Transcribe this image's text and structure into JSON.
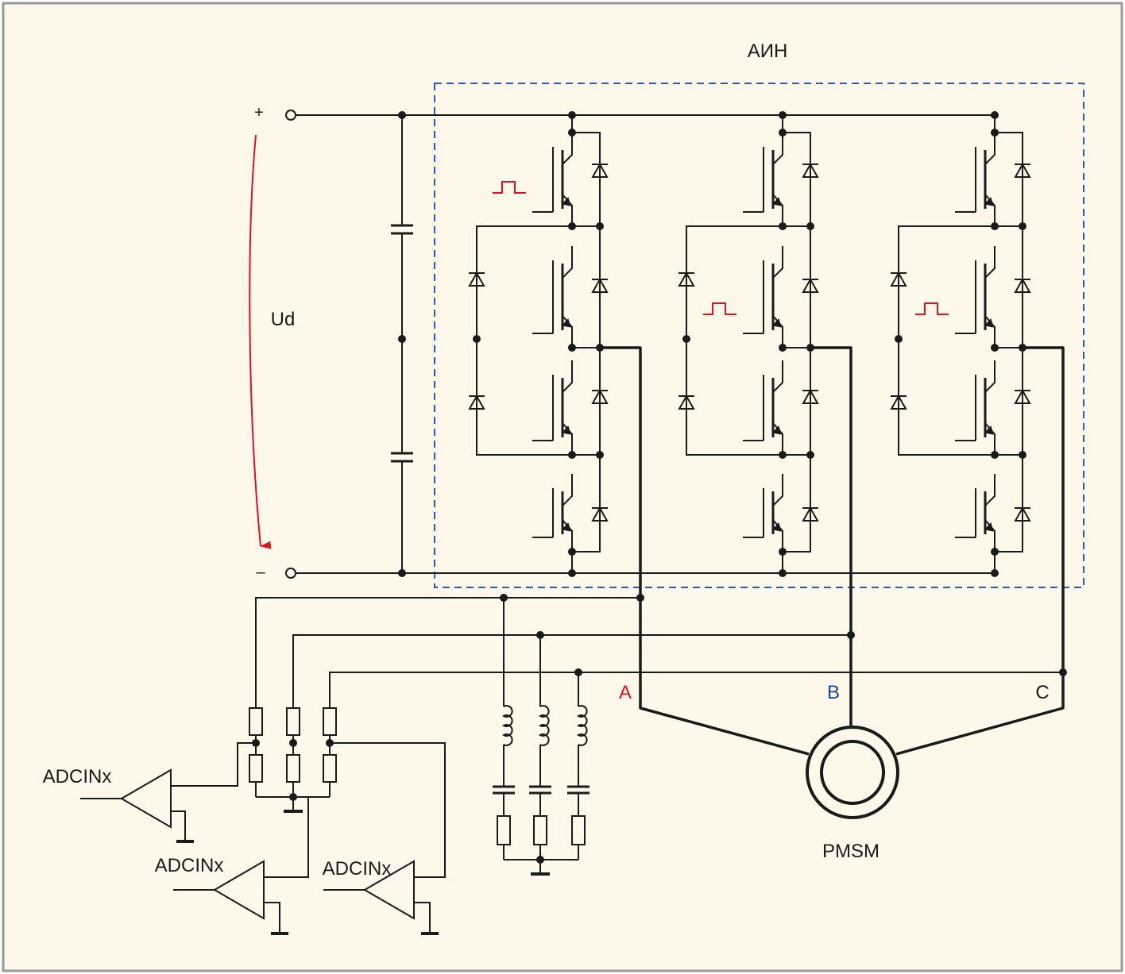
{
  "title": "АИН",
  "labels": {
    "plus": "+",
    "minus": "–",
    "ud": "Ud",
    "phase_a": "A",
    "phase_b": "B",
    "phase_c": "C",
    "motor": "PMSM",
    "adc1": "ADCINx",
    "adc2": "ADCINx",
    "adc3": "ADCINx"
  },
  "colors": {
    "background": "#fdf8ea",
    "frame": "#9a9a9a",
    "wire": "#1a1a1a",
    "dashed_box": "#2a5aa8",
    "arrow": "#d8141e",
    "pulse": "#d8141e",
    "label_a": "#d8141e",
    "label_b": "#1f3f96",
    "label_c": "#1a1a1a"
  }
}
